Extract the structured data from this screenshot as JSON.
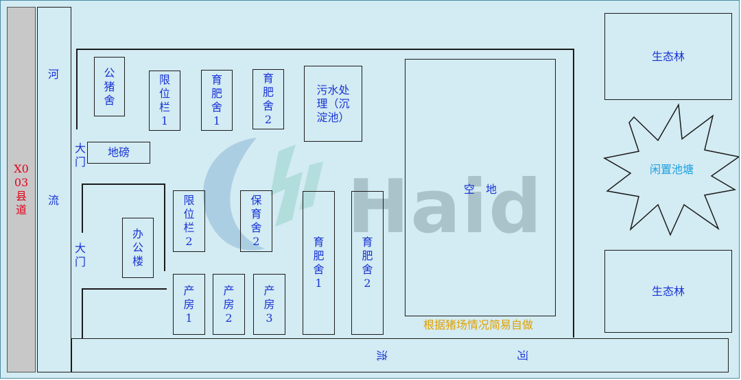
{
  "road": {
    "label": "X0\n03\n县\n道"
  },
  "river_left": {
    "chars": [
      "河",
      "流"
    ]
  },
  "river_bottom": {
    "chars": [
      "流",
      "河"
    ]
  },
  "gates": {
    "top": "大\n门",
    "middle": "大\n门"
  },
  "buildings": {
    "boar_house": "公\n猪\n舍",
    "stall_1": "限\n位\n栏\n1",
    "fattening_1": "育\n肥\n舍\n1",
    "fattening_2": "育\n肥\n舍\n2",
    "sewage": "污水处\n理（沉\n淀池）",
    "scale": "地磅",
    "office": "办\n公\n楼",
    "stall_2": "限\n位\n栏\n2",
    "nursery_2": "保\n育\n舍\n2",
    "fattening_1b": "育\n肥\n舍\n1",
    "fattening_2b": "育\n肥\n舍\n2",
    "farrowing_1": "产\n房\n1",
    "farrowing_2": "产\n房\n2",
    "farrowing_3": "产\n房\n3"
  },
  "open_land": "空　地",
  "note": "根据猪场情况简易自做",
  "eco_forest_top": "生态林",
  "eco_forest_bottom": "生态林",
  "pond": "闲置池塘",
  "watermark": "Haid",
  "colors": {
    "background": "#d3ebf2",
    "label": "#1733d6",
    "road_label": "#e0001a",
    "note": "#e0a000",
    "pond_label": "#1aa0e0",
    "road_fill": "#c8c8c8"
  }
}
